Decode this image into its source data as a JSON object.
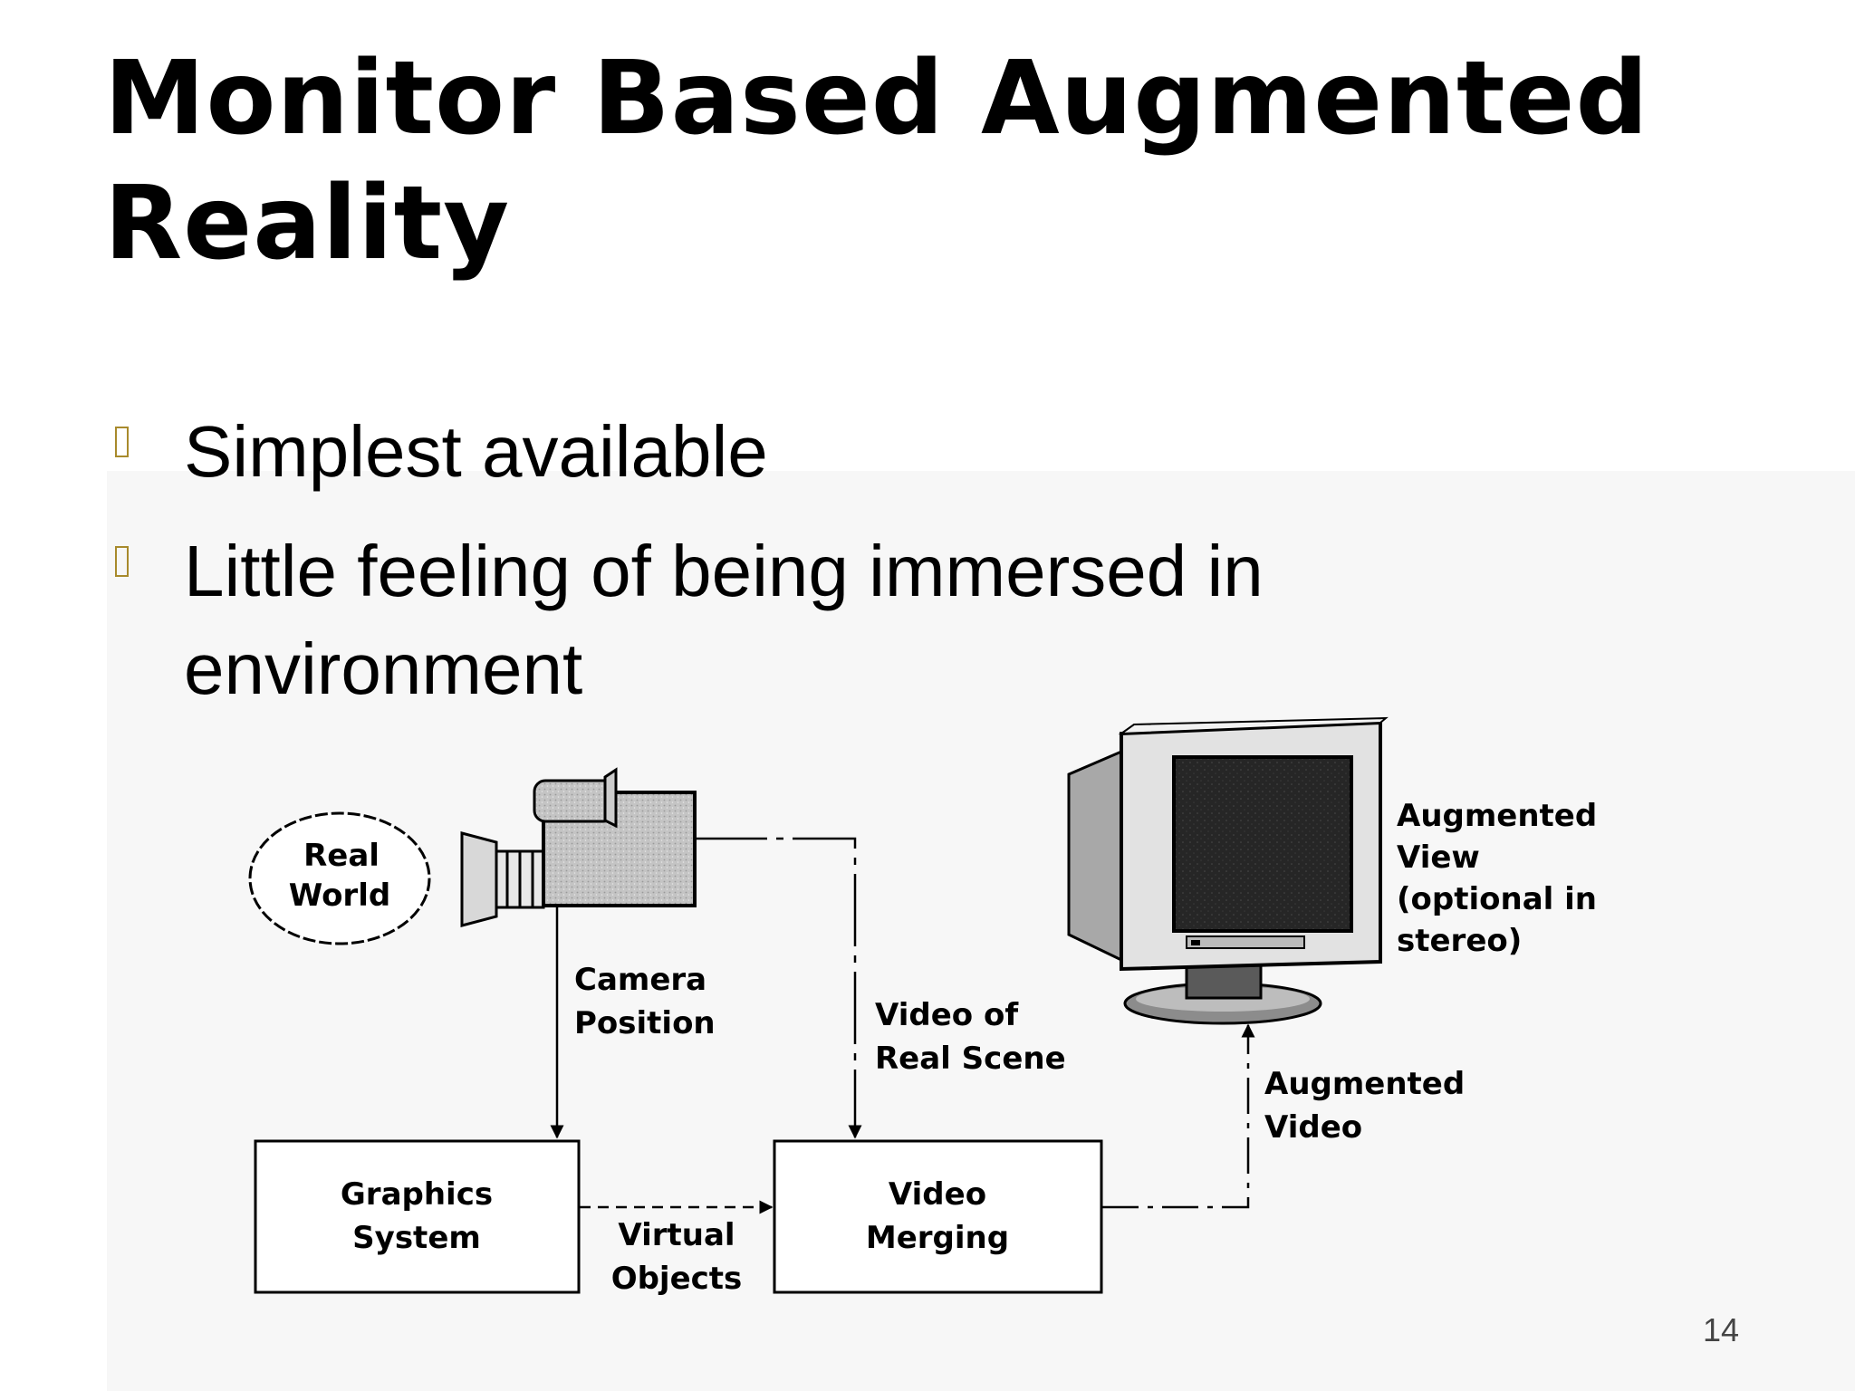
{
  "slide": {
    "title": "Monitor Based Augmented Reality",
    "bullets": [
      "Simplest available",
      "Little feeling of being immersed in environment"
    ],
    "page_number": "14"
  },
  "diagram": {
    "real_world": [
      "Real",
      "World"
    ],
    "camera_position": [
      "Camera",
      "Position"
    ],
    "video_of_real_scene": [
      "Video of",
      "Real Scene"
    ],
    "augmented_view": [
      "Augmented",
      "View",
      "(optional in",
      "stereo)"
    ],
    "augmented_video": [
      "Augmented",
      "Video"
    ],
    "graphics_system": [
      "Graphics",
      "System"
    ],
    "virtual_objects": [
      "Virtual",
      "Objects"
    ],
    "video_merging": [
      "Video",
      "Merging"
    ]
  }
}
